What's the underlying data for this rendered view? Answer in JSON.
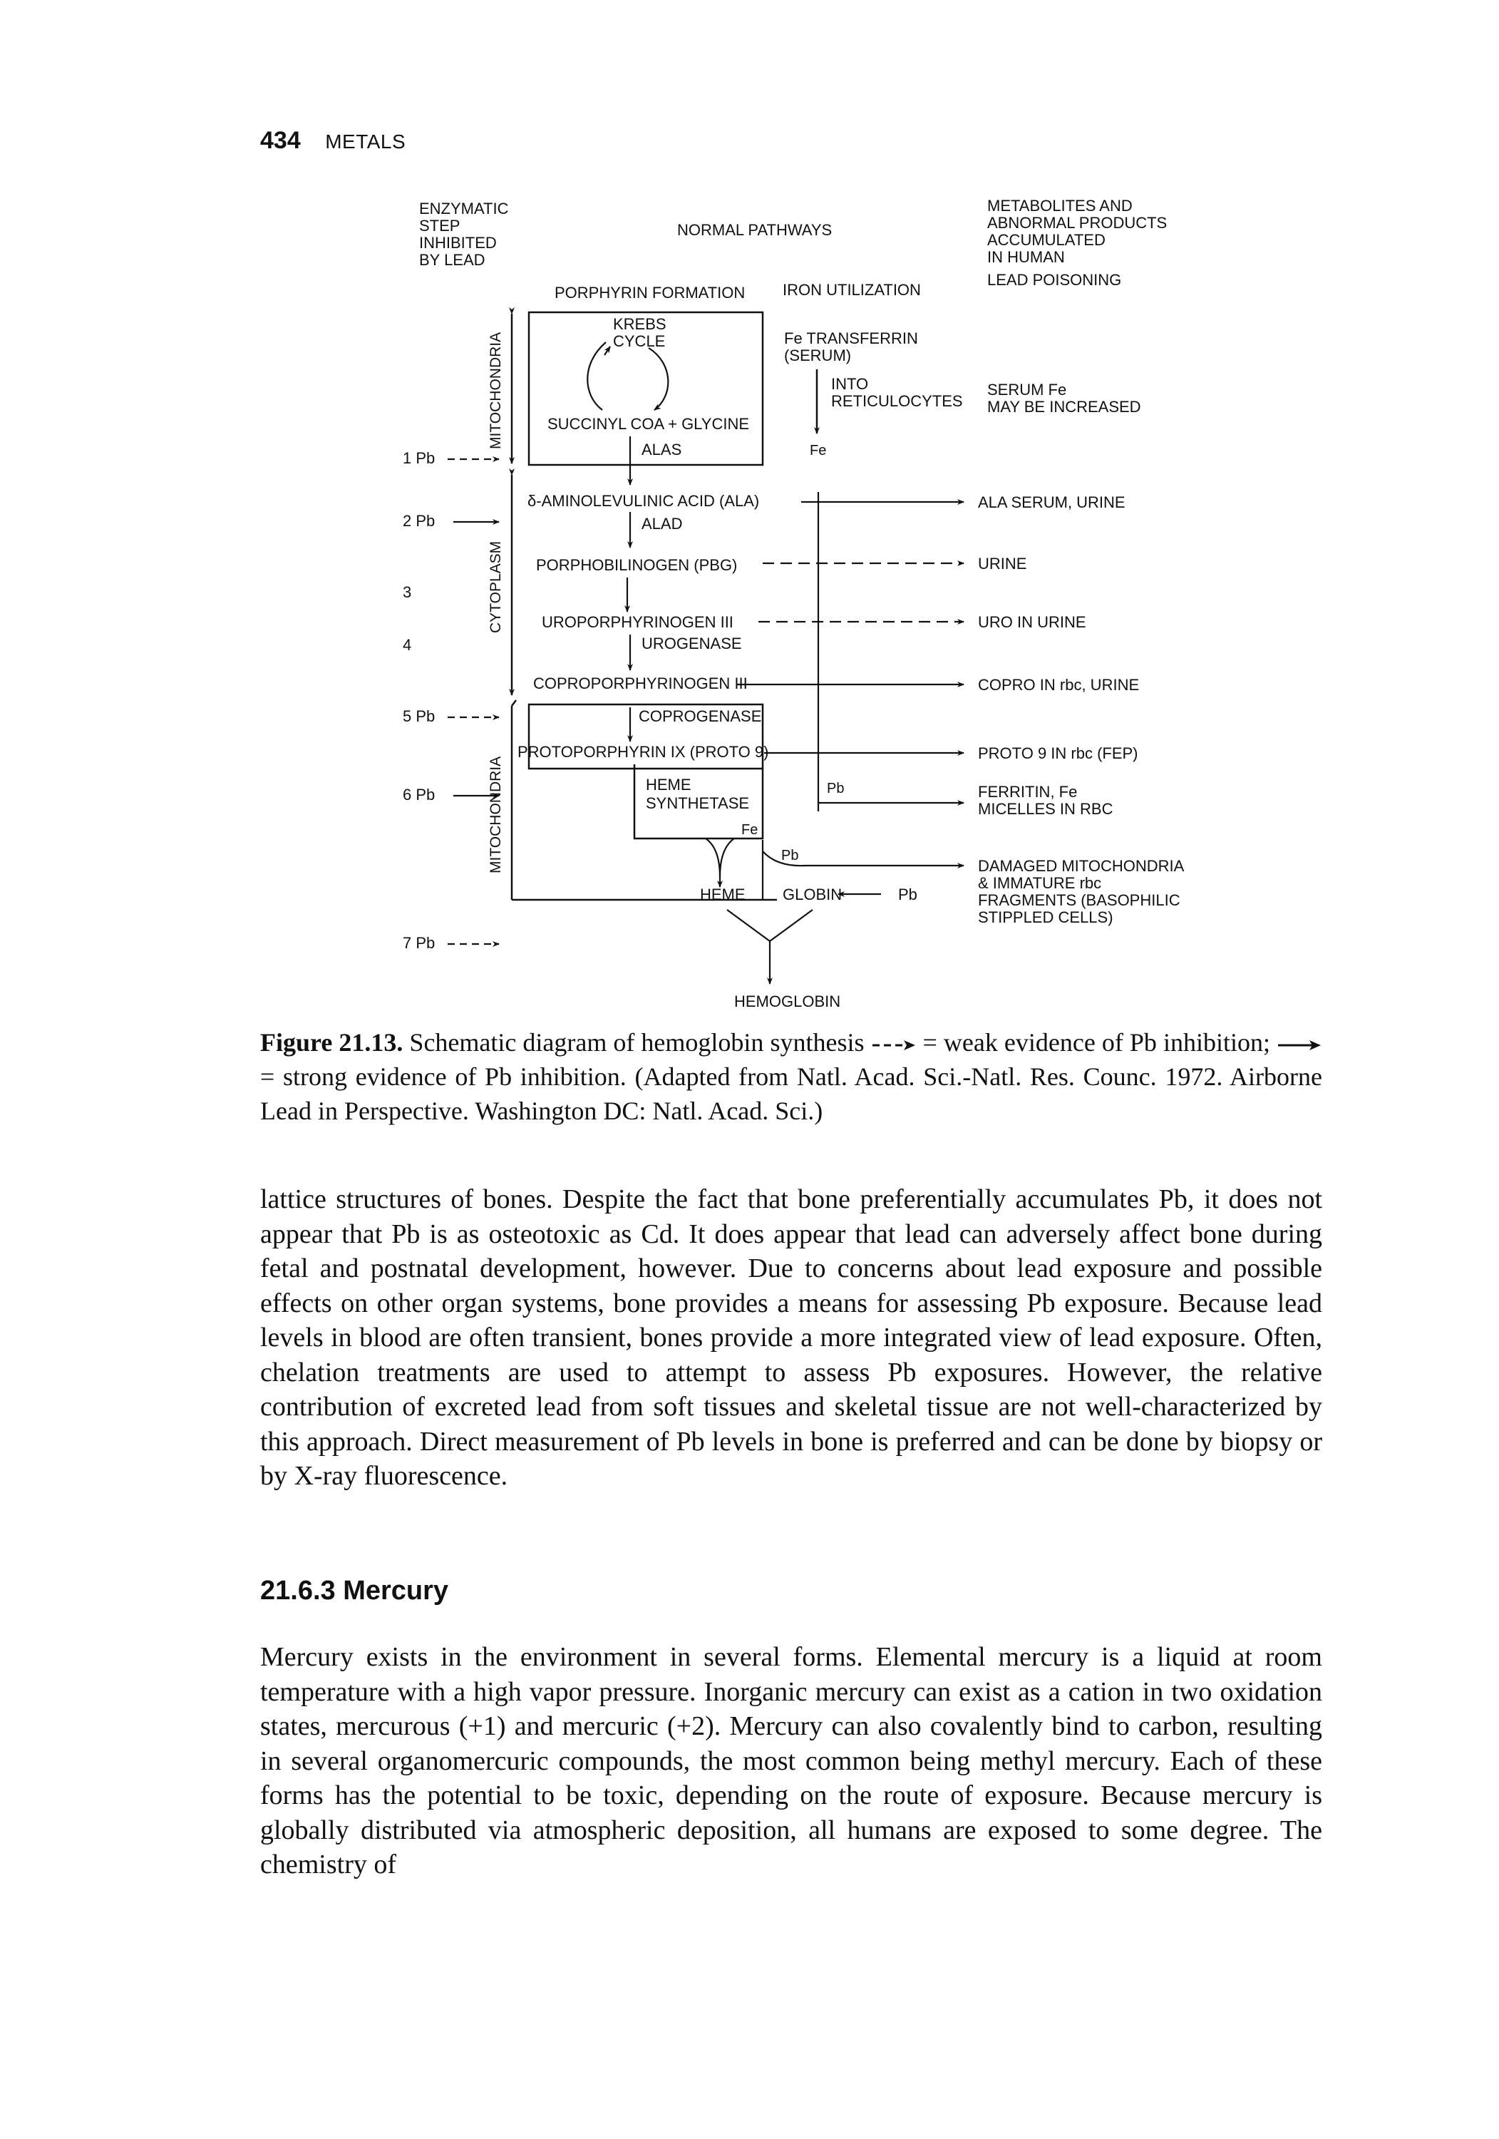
{
  "header": {
    "page_number": "434",
    "section": "METALS"
  },
  "figure": {
    "col_headers": {
      "enzymatic": [
        "ENZYMATIC",
        "STEP",
        "INHIBITED",
        "BY LEAD"
      ],
      "normal": "NORMAL PATHWAYS",
      "metabolites": [
        "METABOLITES AND",
        "ABNORMAL PRODUCTS",
        "ACCUMULATED",
        "IN HUMAN",
        "LEAD POISONING"
      ],
      "porphyrin": "PORPHYRIN FORMATION",
      "iron": "IRON UTILIZATION"
    },
    "compartments": {
      "mito_top": "MITOCHONDRIA",
      "cytoplasm": "CYTOPLASM",
      "mito_bottom": "MITOCHONDRIA"
    },
    "steps": [
      "1 Pb",
      "2 Pb",
      "3",
      "4",
      "5 Pb",
      "6 Pb",
      "7 Pb"
    ],
    "pathway": {
      "krebs": [
        "KREBS",
        "CYCLE"
      ],
      "succinyl": "SUCCINYL COA + GLYCINE",
      "alas": "ALAS",
      "ala": "δ-AMINOLEVULINIC ACID (ALA)",
      "alad": "ALAD",
      "pbg": "PORPHOBILINOGEN (PBG)",
      "uro": "UROPORPHYRINOGEN III",
      "urogenase": "UROGENASE",
      "copro": "COPROPORPHYRINOGEN III",
      "coprogenase": "COPROGENASE",
      "proto": "PROTOPORPHYRIN IX (PROTO 9)",
      "heme_synth": [
        "HEME",
        "SYNTHETASE"
      ],
      "fe_small": "Fe",
      "heme": "HEME",
      "globin": "GLOBIN",
      "hemoglobin": "HEMOGLOBIN"
    },
    "iron": {
      "transferrin": [
        "Fe TRANSFERRIN",
        "(SERUM)"
      ],
      "into": [
        "INTO",
        "RETICULOCYTES"
      ],
      "fe": "Fe",
      "pb_label": "Pb",
      "pb_label2": "Pb",
      "pb_globin": "Pb"
    },
    "products": {
      "serum_fe": [
        "SERUM Fe",
        "MAY BE INCREASED"
      ],
      "ala": "ALA SERUM, URINE",
      "pbg": "URINE",
      "uro": "URO IN URINE",
      "copro": "COPRO IN rbc, URINE",
      "proto": "PROTO 9 IN rbc (FEP)",
      "ferritin": [
        "FERRITIN, Fe",
        "MICELLES IN RBC"
      ],
      "damaged": [
        "DAMAGED MITOCHONDRIA",
        "& IMMATURE rbc",
        "FRAGMENTS (BASOPHILIC",
        "STIPPLED CELLS)"
      ]
    }
  },
  "caption": {
    "label": "Figure 21.13.",
    "part1": " Schematic diagram of hemoglobin synthesis ",
    "part2": " = weak evidence of Pb inhibition; ",
    "part3": " = strong evidence of Pb inhibition. (Adapted from Natl. Acad. Sci.-Natl. Res. Counc. 1972. Airborne Lead in Perspective. Washington DC: Natl. Acad. Sci.)"
  },
  "body": {
    "paragraph1": "lattice structures of bones. Despite the fact that bone preferentially accumulates Pb, it does not appear that Pb is as osteotoxic as Cd. It does appear that lead can adversely affect bone during fetal and postnatal development, however. Due to concerns about lead exposure and possible effects on other organ systems, bone provides a means for assessing Pb exposure. Because lead levels in blood are often transient, bones provide a more integrated view of lead exposure. Often, chelation treatments are used to attempt to assess Pb exposures. However, the relative contribution of excreted lead from soft tissues and skeletal tissue are not well-characterized by this approach. Direct measurement of Pb levels in bone is preferred and can be done by biopsy or by X-ray fluorescence.",
    "heading": "21.6.3 Mercury",
    "paragraph2": "Mercury exists in the environment in several forms. Elemental mercury is a liquid at room temperature with a high vapor pressure. Inorganic mercury can exist as a cation in two oxidation states, mercurous (+1) and mercuric (+2). Mercury can also covalently bind to carbon, resulting in several organomercuric compounds, the most common being methyl mercury. Each of these forms has the potential to be toxic, depending on the route of exposure. Because mercury is globally distributed via atmospheric deposition, all humans are exposed to some degree. The chemistry of"
  }
}
